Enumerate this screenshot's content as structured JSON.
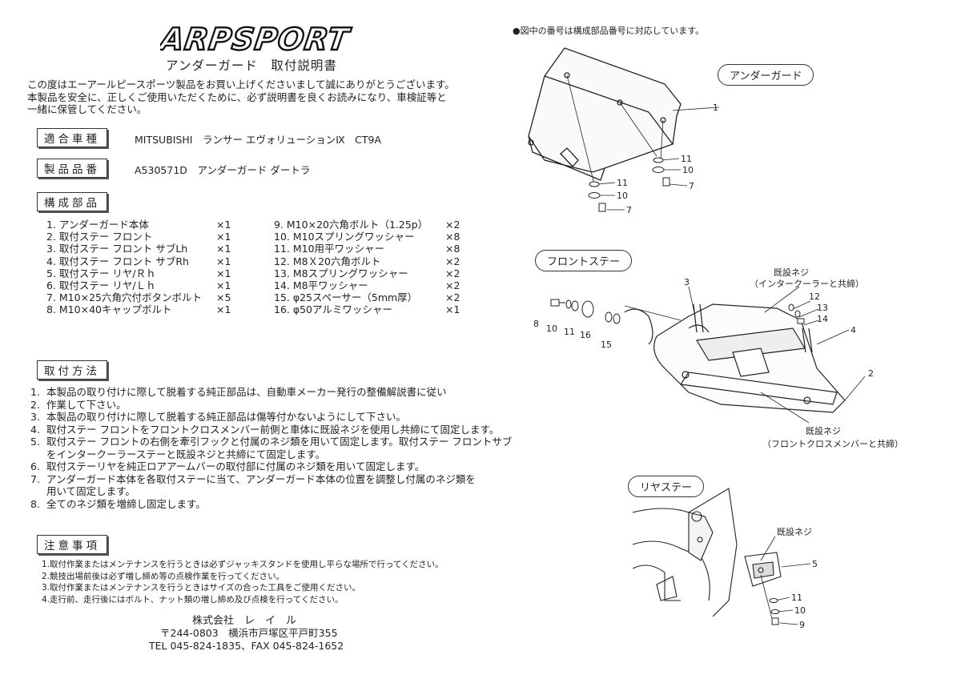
{
  "header": {
    "logo": "ARPSPORT",
    "title": "アンダーガード　取付説明書"
  },
  "intro": [
    "この度はエーアールピースポーツ製品をお買い上げくださいまして誠にありがとうございます。",
    "本製品を安全に、正しくご使用いただくために、必ず説明書を良くお読みになり、車検証等と",
    "一緒に保管してください。"
  ],
  "vehicle": {
    "label": "適合車種",
    "value": "MITSUBISHI　ランサー エヴォリューションⅨ　CT9A"
  },
  "product": {
    "label": "製品品番",
    "value": "A530571D　アンダーガード ダートラ"
  },
  "parts_section": {
    "label": "構成部品",
    "left": [
      {
        "name": "1. アンダーガード本体",
        "qty": "×1"
      },
      {
        "name": "2. 取付ステー フロント",
        "qty": "×1"
      },
      {
        "name": "3. 取付ステー フロント サブLh",
        "qty": "×1"
      },
      {
        "name": "4. 取付ステー フロント サブRh",
        "qty": "×1"
      },
      {
        "name": "5. 取付ステー リヤ/Ｒｈ",
        "qty": "×1"
      },
      {
        "name": "6. 取付ステー リヤ/Ｌｈ",
        "qty": "×1"
      },
      {
        "name": "7. M10×25六角穴付ボタンボルト",
        "qty": "×5"
      },
      {
        "name": "8. M10×40キャップボルト",
        "qty": "×1"
      }
    ],
    "right": [
      {
        "name": "9. M10×20六角ボルト（1.25p）",
        "qty": "×2"
      },
      {
        "name": "10. M10スプリングワッシャー",
        "qty": "×8"
      },
      {
        "name": "11. M10用平ワッシャー",
        "qty": "×8"
      },
      {
        "name": "12. M8Ｘ20六角ボルト",
        "qty": "×2"
      },
      {
        "name": "13. M8スプリングワッシャー",
        "qty": "×2"
      },
      {
        "name": "14. M8平ワッシャー",
        "qty": "×2"
      },
      {
        "name": "15. φ25スペーサー（5mm厚）",
        "qty": "×2"
      },
      {
        "name": "16. φ50アルミワッシャー",
        "qty": "×1"
      }
    ]
  },
  "install_section": {
    "label": "取付方法",
    "steps": [
      {
        "num": "1.",
        "text": "本製品の取り付けに際して脱着する純正部品は、自動車メーカー発行の整備解説書に従い"
      },
      {
        "num": "2.",
        "text": "作業して下さい。"
      },
      {
        "num": "3.",
        "text": "本製品の取り付けに際して脱着する純正部品は傷等付かないようにして下さい。"
      },
      {
        "num": "4.",
        "text": "取付ステー フロントをフロントクロスメンバー前側と車体に既設ネジを使用し共締にて固定します。"
      },
      {
        "num": "5.",
        "text": "取付ステー フロントの右側を牽引フックと付属のネジ類を用いて固定します。取付ステー フロントサブ"
      },
      {
        "num": "",
        "text": "をインタークーラーステーと既設ネジと共締にて固定します。"
      },
      {
        "num": "6.",
        "text": "取付ステーリヤを純正ロアアームバーの取付部に付属のネジ類を用いて固定します。"
      },
      {
        "num": "7.",
        "text": "アンダーガード本体を各取付ステーに当て、アンダーガード本体の位置を調整し付属のネジ類を"
      },
      {
        "num": "",
        "text": "用いて固定します。"
      },
      {
        "num": "8.",
        "text": "全てのネジ類を増締し固定します。"
      }
    ]
  },
  "caution_section": {
    "label": "注意事項",
    "items": [
      "1.取付作業またはメンテナンスを行うときは必ずジャッキスタンドを使用し平らな場所で行ってください。",
      "2.競技出場前後は必ず増し締め等の点検作業を行ってください。",
      "3.取付作業またはメンテナンスを行うときはサイズの合った工具をご使用ください。",
      "4.走行前、走行後にはボルト、ナット類の増し締め及び点検を行ってください。"
    ]
  },
  "company": {
    "name": "株式会社　レ　イ　ル",
    "address": "〒244-0803　横浜市戸塚区平戸町355",
    "contact": "TEL 045-824-1835、FAX 045-824-1652"
  },
  "diagrams": {
    "note": "●図中の番号は構成部品番号に対応しています。",
    "guard": {
      "title": "アンダーガード",
      "callouts": [
        "1",
        "11",
        "10",
        "7",
        "11",
        "10",
        "7"
      ]
    },
    "front": {
      "title": "フロントステー",
      "existing_top": "既設ネジ",
      "existing_top_note": "（インタークーラーと共締）",
      "existing_bottom": "既設ネジ",
      "existing_bottom_note": "（フロントクロスメンバーと共締）",
      "callouts": [
        "3",
        "12",
        "13",
        "14",
        "4",
        "2",
        "8",
        "10",
        "11",
        "16",
        "15"
      ]
    },
    "rear": {
      "title": "リヤステー",
      "existing": "既設ネジ",
      "callouts": [
        "5",
        "11",
        "10",
        "9"
      ]
    }
  }
}
